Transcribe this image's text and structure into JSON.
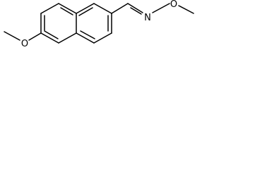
{
  "molecule": {
    "atoms": {
      "oxygen_methoxy": "O",
      "nitrogen_oxime": "N",
      "oxygen_oxime": "O"
    }
  }
}
